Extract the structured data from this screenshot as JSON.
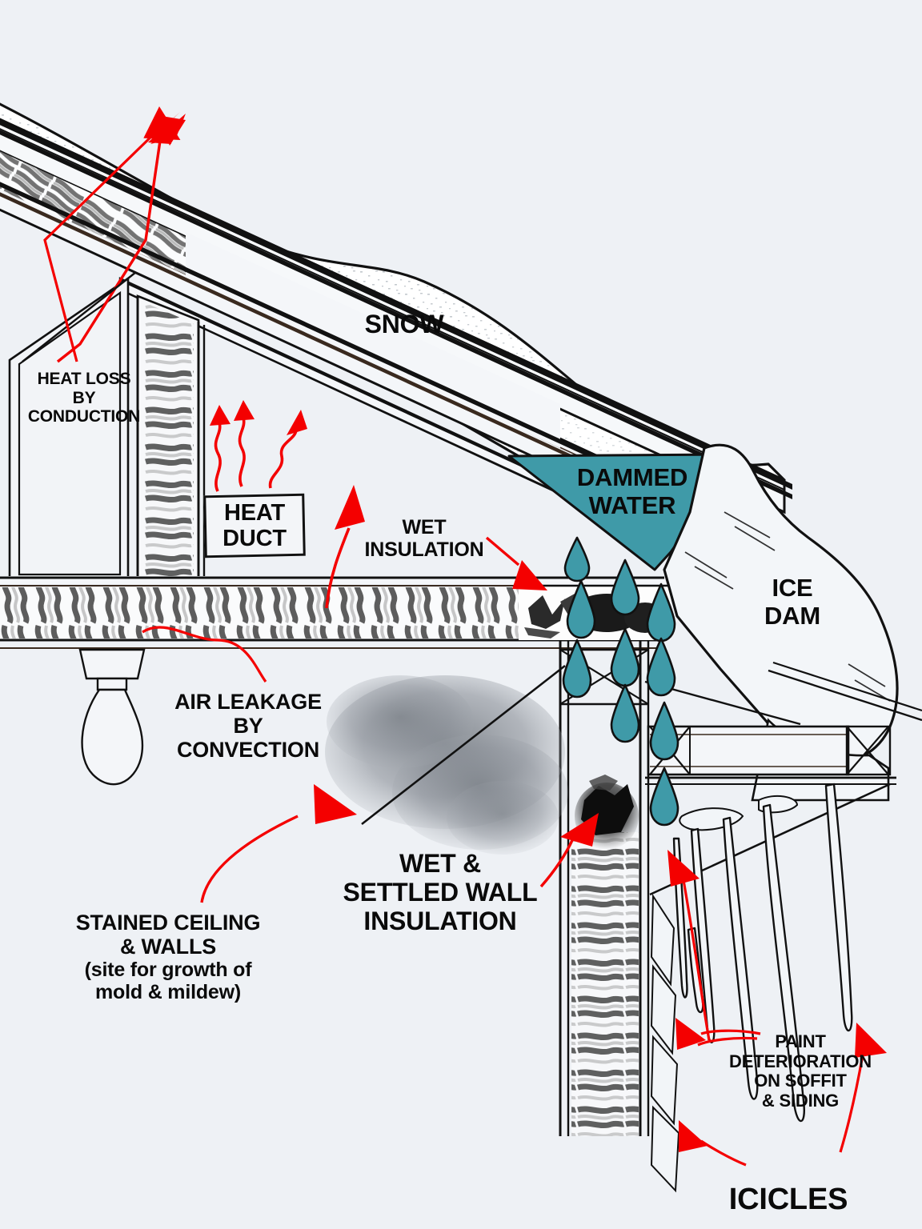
{
  "diagram": {
    "title": "Ice Dam Formation on Roof",
    "background_color": "#eef1f5",
    "accent_red": "#f40000",
    "water_teal": "#3f9aa8",
    "ink": "#111111"
  },
  "labels": {
    "snow": "SNOW",
    "dammed_water": "DAMMED\nWATER",
    "ice_dam": "ICE\nDAM",
    "heat_loss": "HEAT LOSS\nBY\nCONDUCTION",
    "heat_duct": "HEAT\nDUCT",
    "wet_insulation": "WET\nINSULATION",
    "air_leakage": "AIR LEAKAGE\nBY\nCONVECTION",
    "stained_ceiling_main": "STAINED CEILING\n& WALLS",
    "stained_ceiling_paren": "(site for growth of\nmold & mildew)",
    "wet_settled_wall": "WET &\nSETTLED WALL\nINSULATION",
    "paint_deterioration": "PAINT\nDETERIORATION\nON SOFFIT\n& SIDING",
    "icicles": "ICICLES"
  },
  "elements": {
    "roof_deck": "sloped-roof-deck",
    "attic_insulation": "batt-insulation-hatching",
    "snow_layer": "stippled-snow-blanket",
    "dammed_water_pool": "teal-triangle-water",
    "ice_dam_mass": "white-ice-blob",
    "water_drops_count": 11,
    "icicle_count": 5,
    "heat_arrows_count": 3,
    "light_fixture": "pendant-bulb",
    "soffit": "vented-soffit-box",
    "ceiling_stain": "gray-smudge-stain",
    "wall_cavity": "settled-wall-insulation"
  }
}
